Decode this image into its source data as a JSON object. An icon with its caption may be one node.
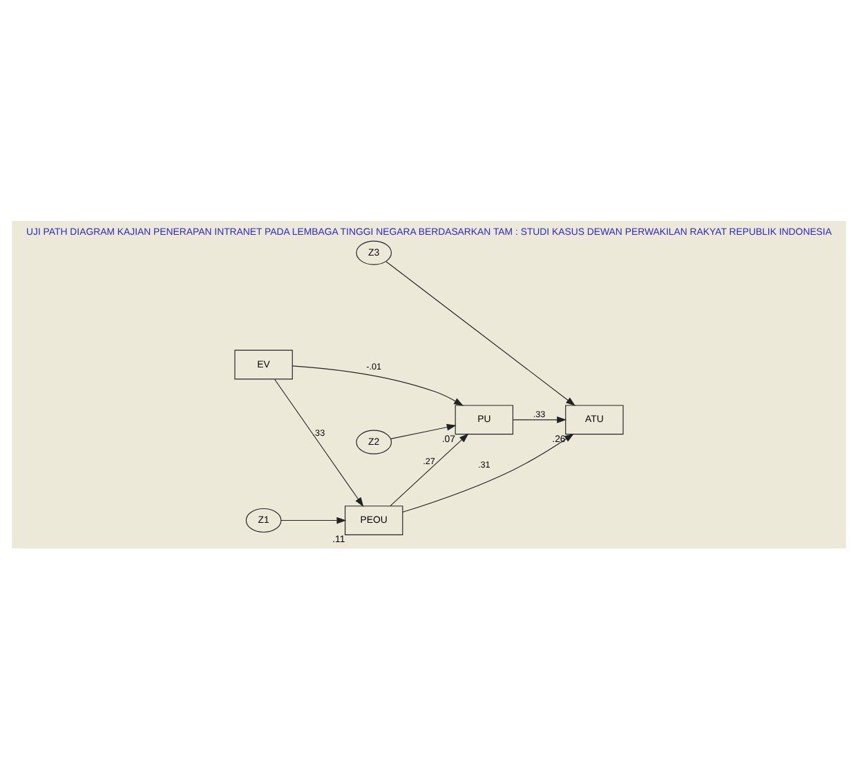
{
  "diagram": {
    "title": "UJI PATH DIAGRAM KAJIAN PENERAPAN INTRANET PADA LEMBAGA TINGGI NEGARA BERDASARKAN TAM : STUDI KASUS DEWAN PERWAKILAN RAKYAT REPUBLIK INDONESIA",
    "nodes": [
      {
        "text": [
          "Z2"
        ]
      },
      {
        "text": [
          "PU"
        ],
        "beside": [
          ".07"
        ]
      },
      {
        "text": [
          "Z3"
        ]
      },
      {
        "text": [
          "EV"
        ]
      },
      {
        "text": [
          "ATU"
        ],
        "beside": [
          ".26"
        ]
      },
      {
        "text": [
          "Z1"
        ]
      },
      {
        "text": [
          "PEOU"
        ],
        "beside": [
          ".11"
        ]
      }
    ],
    "edges": [
      {
        "from": 0,
        "to": 1,
        "arrow": "to"
      },
      {
        "from": 3,
        "to": 1,
        "arrow": "to",
        "label": "-.01"
      },
      {
        "from": 1,
        "to": 4,
        "arrow": "to",
        "label": ".33"
      },
      {
        "from": 2,
        "to": 4,
        "arrow": "to"
      },
      {
        "from": 3,
        "to": 6,
        "arrow": "to",
        "label": ".33"
      },
      {
        "from": 6,
        "to": 1,
        "arrow": "to",
        "label": ".27"
      },
      {
        "from": 6,
        "to": 4,
        "arrow": "to",
        "label": ".31"
      },
      {
        "from": 5,
        "to": 6,
        "arrow": "to"
      }
    ]
  }
}
